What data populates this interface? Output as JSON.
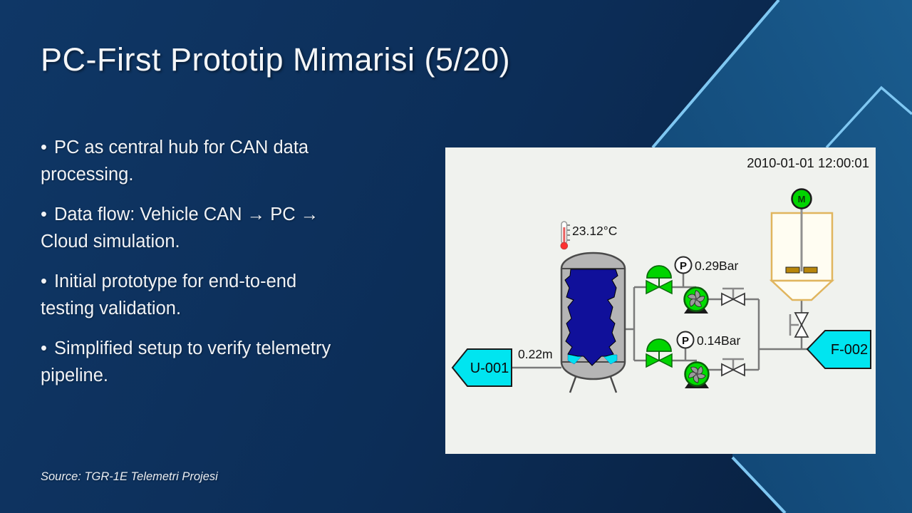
{
  "slide": {
    "title": "PC-First Prototip Mimarisi (5/20)",
    "bullet_char": "•",
    "bullets": [
      "PC as central hub for CAN data\nprocessing.",
      "Data flow: Vehicle CAN → PC →\nCloud simulation.",
      "Initial prototype for end-to-end\ntesting validation.",
      "Simplified setup to verify telemetry\npipeline."
    ],
    "source": "Source: TGR-1E Telemetri Projesi"
  },
  "diagram": {
    "timestamp": "2010-01-01 12:00:01",
    "temperature": "23.12°C",
    "level": "0.22m",
    "inlet_tag": "U-001",
    "outlet_tag": "F-002",
    "pressure_top": "0.29Bar",
    "pressure_bottom": "0.14Bar",
    "pressure_letter": "P",
    "motor_letter": "M",
    "icons": {
      "thermometer": "thermometer-icon",
      "storage_tank": "storage-tank",
      "control_valve": "control-valve-icon",
      "pressure_indicator": "pressure-indicator-icon",
      "pump": "pump-icon",
      "manual_valve": "manual-valve-icon",
      "drain_valve": "drain-valve-icon",
      "motor": "motor-icon",
      "mixer_vessel": "mixer-vessel"
    },
    "colors": {
      "panel_bg": "#f0f2ee",
      "pipe_gray": "#7a7a7a",
      "active_green": "#00d400",
      "fluid_navy": "#10109a",
      "fluid_cyan": "#00e0f0",
      "tag_cyan": "#00e5f0",
      "tank_gray": "#b5b5b5",
      "vessel_outline": "#e0b55e"
    }
  },
  "theme": {
    "background_navy": "#0c2d57",
    "band_blue": "#12497a",
    "accent_line": "#7fc7f2",
    "text_white": "#f4f6f8"
  }
}
